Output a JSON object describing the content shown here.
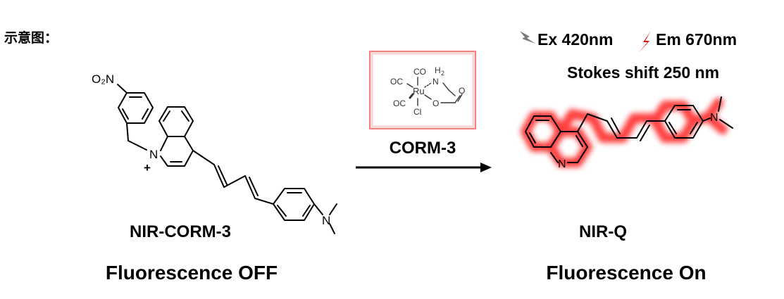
{
  "caption": "示意图：",
  "reactant": {
    "name": "NIR-CORM-3",
    "state": "Fluorescence OFF",
    "atoms": {
      "nitro": "O₂N",
      "n_plus": "N",
      "charge": "+",
      "n_dimethyl": "N"
    }
  },
  "reagent": {
    "name": "CORM-3",
    "box_border_color": "#f08080",
    "atoms": {
      "metal": "Ru",
      "co_top": "CO",
      "co_left_top": "OC",
      "co_left_bottom": "OC",
      "cl": "Cl",
      "nh2": "N",
      "h2": "H",
      "h2_sub": "2",
      "o_ring": "O",
      "o_carbonyl": "O"
    }
  },
  "product": {
    "name": "NIR-Q",
    "state": "Fluorescence On",
    "glow_color": "#ff0000",
    "excitation": "Ex 420nm",
    "emission": "Em 670nm",
    "stokes": "Stokes shift 250 nm",
    "atoms": {
      "n_quin": "N",
      "n_dimethyl": "N"
    }
  },
  "icons": {
    "excitation": "gray-lightning-bolt-icon",
    "emission": "red-lightning-bolt-icon"
  }
}
